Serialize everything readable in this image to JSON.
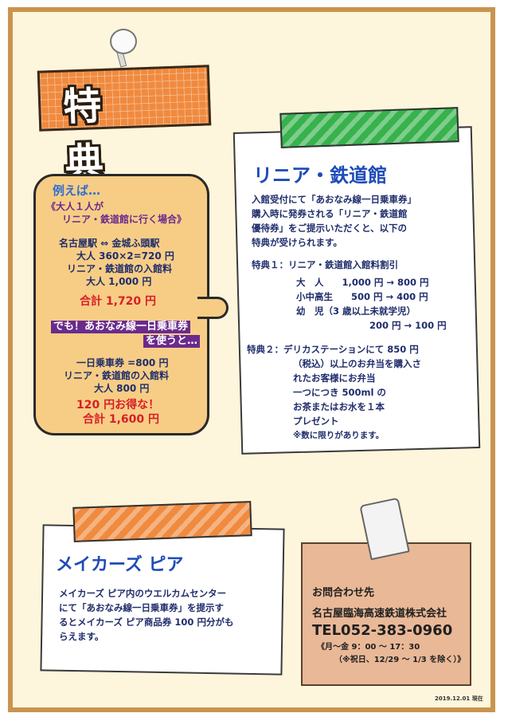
{
  "title": "特　典",
  "example": {
    "heading": "例えば…",
    "case": "《大人１人が",
    "case2": "リニア・鉄道館に行く場合》",
    "lines1": [
      "名古屋駅 ⇔ 金城ふ頭駅",
      "大人 360×2=720 円",
      "リニア・鉄道館の入館料",
      "大人 1,000 円"
    ],
    "total1": "合計 1,720 円",
    "but": "でも！あおなみ線一日乗車券",
    "but2": "を使うと…",
    "lines2": [
      "一日乗車券 =800 円",
      "リニア・鉄道館の入館料",
      "大人 800 円"
    ],
    "deal": "120 円お得な！",
    "total2": "合計 1,600 円"
  },
  "linear": {
    "title": "リニア・鉄道館",
    "intro": [
      "入館受付にて「あおなみ線一日乗車券」",
      "購入時に発券される「リニア・鉄道館",
      "優待券」をご提示いただくと、以下の",
      "特典が受けられます。"
    ],
    "benefit1": "特典１：リニア・鉄道館入館料割引",
    "prices": [
      "大　人　　1,000 円 → 800 円",
      "小中高生　　500 円 → 400 円",
      "幼　児（3 歳以上未就学児）",
      "200 円 → 100 円"
    ],
    "benefit2": "特典２：デリカステーションにて 850 円",
    "benefit2_lines": [
      "（税込）以上のお弁当を購入さ",
      "れたお客様にお弁当",
      "一つにつき 500ml の",
      "お茶またはお水を１本",
      "プレゼント"
    ],
    "note": "※数に限りがあります。"
  },
  "makers": {
    "title": "メイカーズ ピア",
    "body": [
      "メイカーズ ピア内のウエルカムセンター",
      "にて「あおなみ線一日乗車券」を提示す",
      "るとメイカーズ ピア商品券 100 円分がも",
      "らえます。"
    ]
  },
  "contact": {
    "heading": "お問合わせ先",
    "company": "名古屋臨海高速鉄道株式会社",
    "tel": "TEL052-383-0960",
    "hours": "《月～金 9：00 ～ 17：30",
    "holiday": "（※祝日、12/29 ～ 1/3 を除く）》"
  },
  "date": "2019.12.01 現在",
  "colors": {
    "frame": "#c9944e",
    "background": "#fdf6dc",
    "accent": "#f08a3e",
    "text": "#1f2d6b",
    "highlight": "#d81e28"
  }
}
